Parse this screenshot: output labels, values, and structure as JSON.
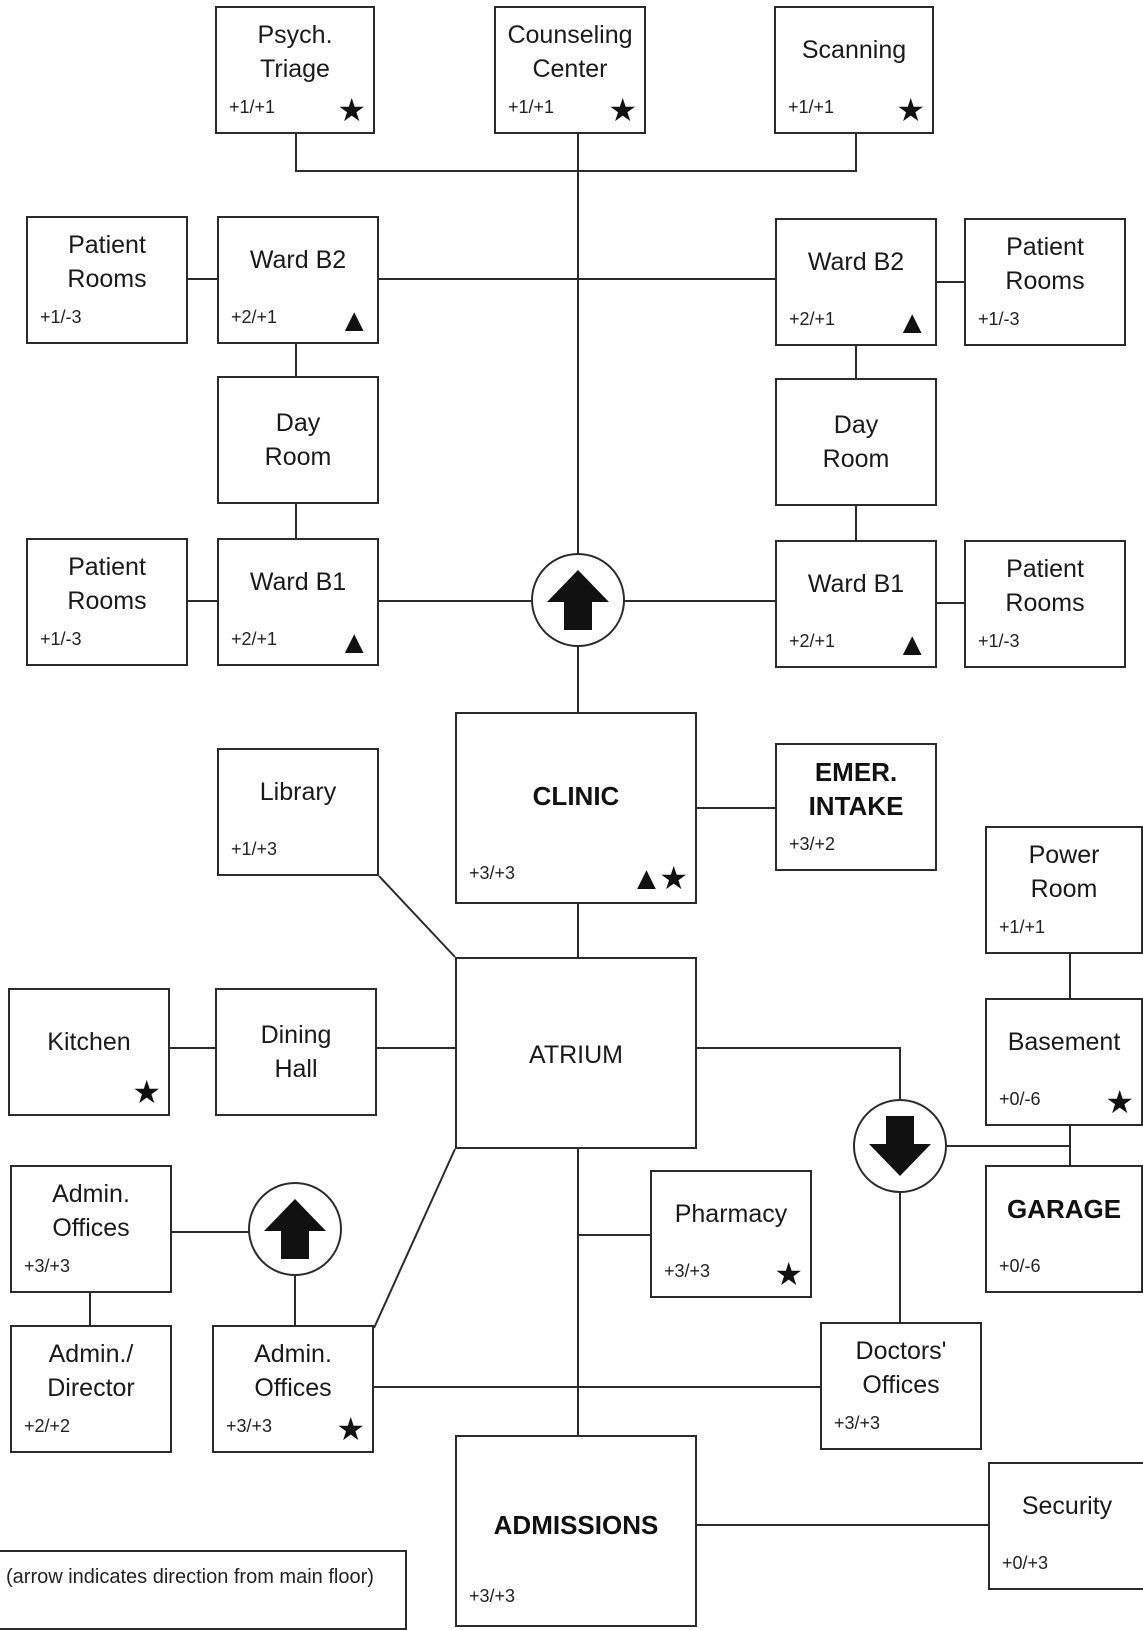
{
  "rooms": [
    {
      "id": "psych-triage",
      "name": "Psych.\nTriage",
      "stats": "+1/+1",
      "symbols": "★"
    },
    {
      "id": "counseling-center",
      "name": "Counseling\nCenter",
      "stats": "+1/+1",
      "symbols": "★"
    },
    {
      "id": "scanning",
      "name": "Scanning",
      "stats": "+1/+1",
      "symbols": "★"
    },
    {
      "id": "patient-rooms-b2-left",
      "name": "Patient\nRooms",
      "stats": "+1/-3",
      "symbols": ""
    },
    {
      "id": "ward-b2-left",
      "name": "Ward B2",
      "stats": "+2/+1",
      "symbols": "▲"
    },
    {
      "id": "ward-b2-right",
      "name": "Ward B2",
      "stats": "+2/+1",
      "symbols": "▲"
    },
    {
      "id": "patient-rooms-b2-right",
      "name": "Patient\nRooms",
      "stats": "+1/-3",
      "symbols": ""
    },
    {
      "id": "day-room-left",
      "name": "Day\nRoom",
      "stats": "",
      "symbols": ""
    },
    {
      "id": "day-room-right",
      "name": "Day\nRoom",
      "stats": "",
      "symbols": ""
    },
    {
      "id": "patient-rooms-b1-left",
      "name": "Patient\nRooms",
      "stats": "+1/-3",
      "symbols": ""
    },
    {
      "id": "ward-b1-left",
      "name": "Ward B1",
      "stats": "+2/+1",
      "symbols": "▲"
    },
    {
      "id": "ward-b1-right",
      "name": "Ward B1",
      "stats": "+2/+1",
      "symbols": "▲"
    },
    {
      "id": "patient-rooms-b1-right",
      "name": "Patient\nRooms",
      "stats": "+1/-3",
      "symbols": ""
    },
    {
      "id": "library",
      "name": "Library",
      "stats": "+1/+3",
      "symbols": ""
    },
    {
      "id": "clinic",
      "name": "CLINIC",
      "stats": "+3/+3",
      "symbols": "▲★",
      "bold": true
    },
    {
      "id": "emer-intake",
      "name": "EMER.\nINTAKE",
      "stats": "+3/+2",
      "symbols": "",
      "bold": true
    },
    {
      "id": "power-room",
      "name": "Power\nRoom",
      "stats": "+1/+1",
      "symbols": ""
    },
    {
      "id": "kitchen",
      "name": "Kitchen",
      "stats": "",
      "symbols": "★"
    },
    {
      "id": "dining-hall",
      "name": "Dining\nHall",
      "stats": "",
      "symbols": ""
    },
    {
      "id": "atrium",
      "name": "ATRIUM",
      "stats": "",
      "symbols": ""
    },
    {
      "id": "basement",
      "name": "Basement",
      "stats": "+0/-6",
      "symbols": "★"
    },
    {
      "id": "admin-offices-left",
      "name": "Admin.\nOffices",
      "stats": "+3/+3",
      "symbols": ""
    },
    {
      "id": "pharmacy",
      "name": "Pharmacy",
      "stats": "+3/+3",
      "symbols": "★"
    },
    {
      "id": "garage",
      "name": "GARAGE",
      "stats": "+0/-6",
      "symbols": "",
      "bold": true
    },
    {
      "id": "admin-director",
      "name": "Admin./\nDirector",
      "stats": "+2/+2",
      "symbols": ""
    },
    {
      "id": "admin-offices-center",
      "name": "Admin.\nOffices",
      "stats": "+3/+3",
      "symbols": "★"
    },
    {
      "id": "doctors-offices",
      "name": "Doctors'\nOffices",
      "stats": "+3/+3",
      "symbols": ""
    },
    {
      "id": "admissions",
      "name": "ADMISSIONS",
      "stats": "+3/+3",
      "symbols": "",
      "bold": true
    },
    {
      "id": "security",
      "name": "Security",
      "stats": "+0/+3",
      "symbols": ""
    }
  ],
  "stairs": [
    {
      "id": "stairs-up-main",
      "direction": "up"
    },
    {
      "id": "stairs-up-admin",
      "direction": "up"
    },
    {
      "id": "stairs-down-basement",
      "direction": "down"
    }
  ],
  "legend": {
    "note": "(arrow indicates direction from main floor)"
  }
}
